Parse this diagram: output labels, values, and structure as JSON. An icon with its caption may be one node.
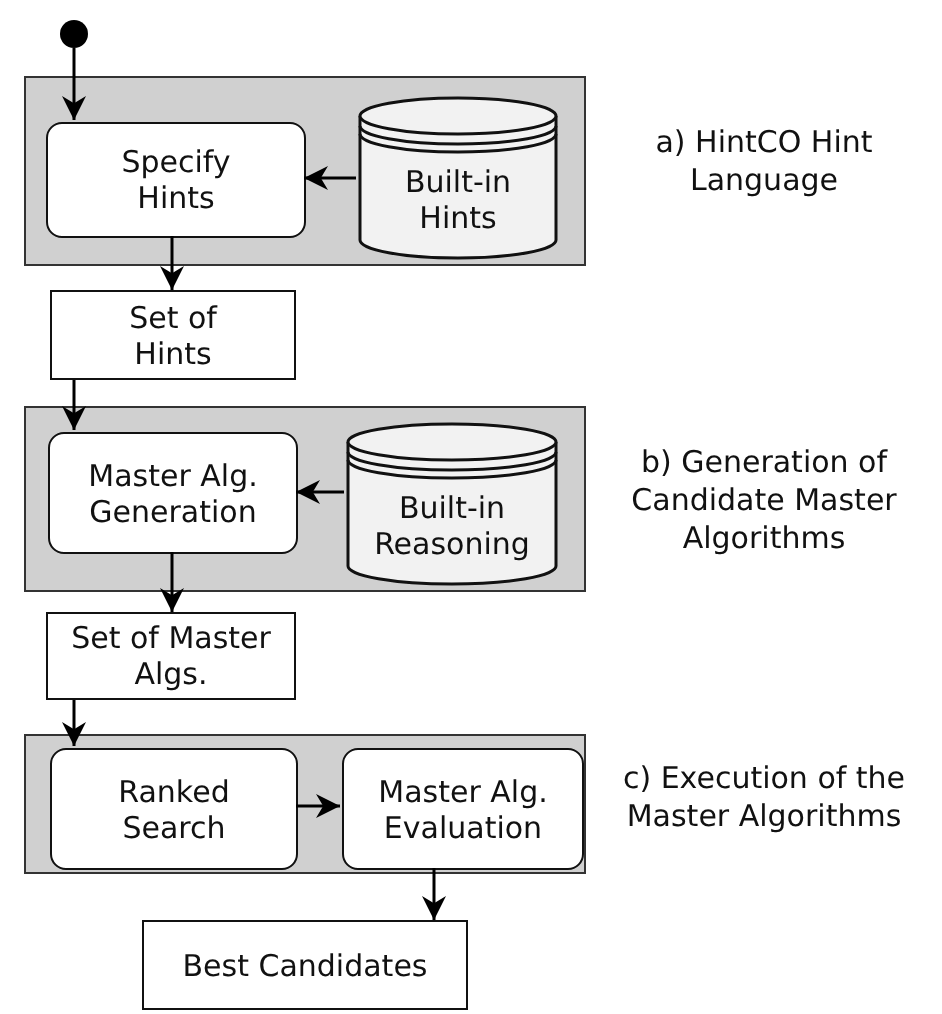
{
  "diagram": {
    "nodes": [
      {
        "text": [],
        "shape": "circle"
      },
      {
        "text": [],
        "shape": "box",
        "beside": [
          "a) HintCO Hint Language"
        ]
      },
      {
        "text": [
          "Specify Hints"
        ],
        "in": 1
      },
      {
        "text": [
          "Built-in Hints"
        ],
        "in": 1
      },
      {
        "text": [
          "Set of Hints"
        ]
      },
      {
        "text": [],
        "shape": "box",
        "beside": [
          "b) Generation of Candidate Master Algorithms"
        ]
      },
      {
        "text": [
          "Master Alg. Generation"
        ],
        "in": 5
      },
      {
        "text": [
          "Built-in Reasoning"
        ],
        "in": 5
      },
      {
        "text": [
          "Set of Master Algs."
        ]
      },
      {
        "text": [],
        "shape": "box",
        "beside": [
          "c) Execution of the Master Algorithms"
        ]
      },
      {
        "text": [
          "Ranked Search"
        ],
        "in": 9
      },
      {
        "text": [
          "Master Alg. Evaluation"
        ],
        "in": 9
      },
      {
        "text": [
          "Best Candidates"
        ]
      }
    ],
    "edges": [
      {
        "from": 0,
        "to": 2,
        "arrow": "to"
      },
      {
        "from": 3,
        "to": 2,
        "arrow": "to"
      },
      {
        "from": 2,
        "to": 4,
        "arrow": "to"
      },
      {
        "from": 4,
        "to": 6,
        "arrow": "to"
      },
      {
        "from": 7,
        "to": 6,
        "arrow": "to"
      },
      {
        "from": 6,
        "to": 8,
        "arrow": "to"
      },
      {
        "from": 8,
        "to": 10,
        "arrow": "to"
      },
      {
        "from": 10,
        "to": 11,
        "arrow": "to"
      },
      {
        "from": 11,
        "to": 12,
        "arrow": "to"
      }
    ]
  }
}
